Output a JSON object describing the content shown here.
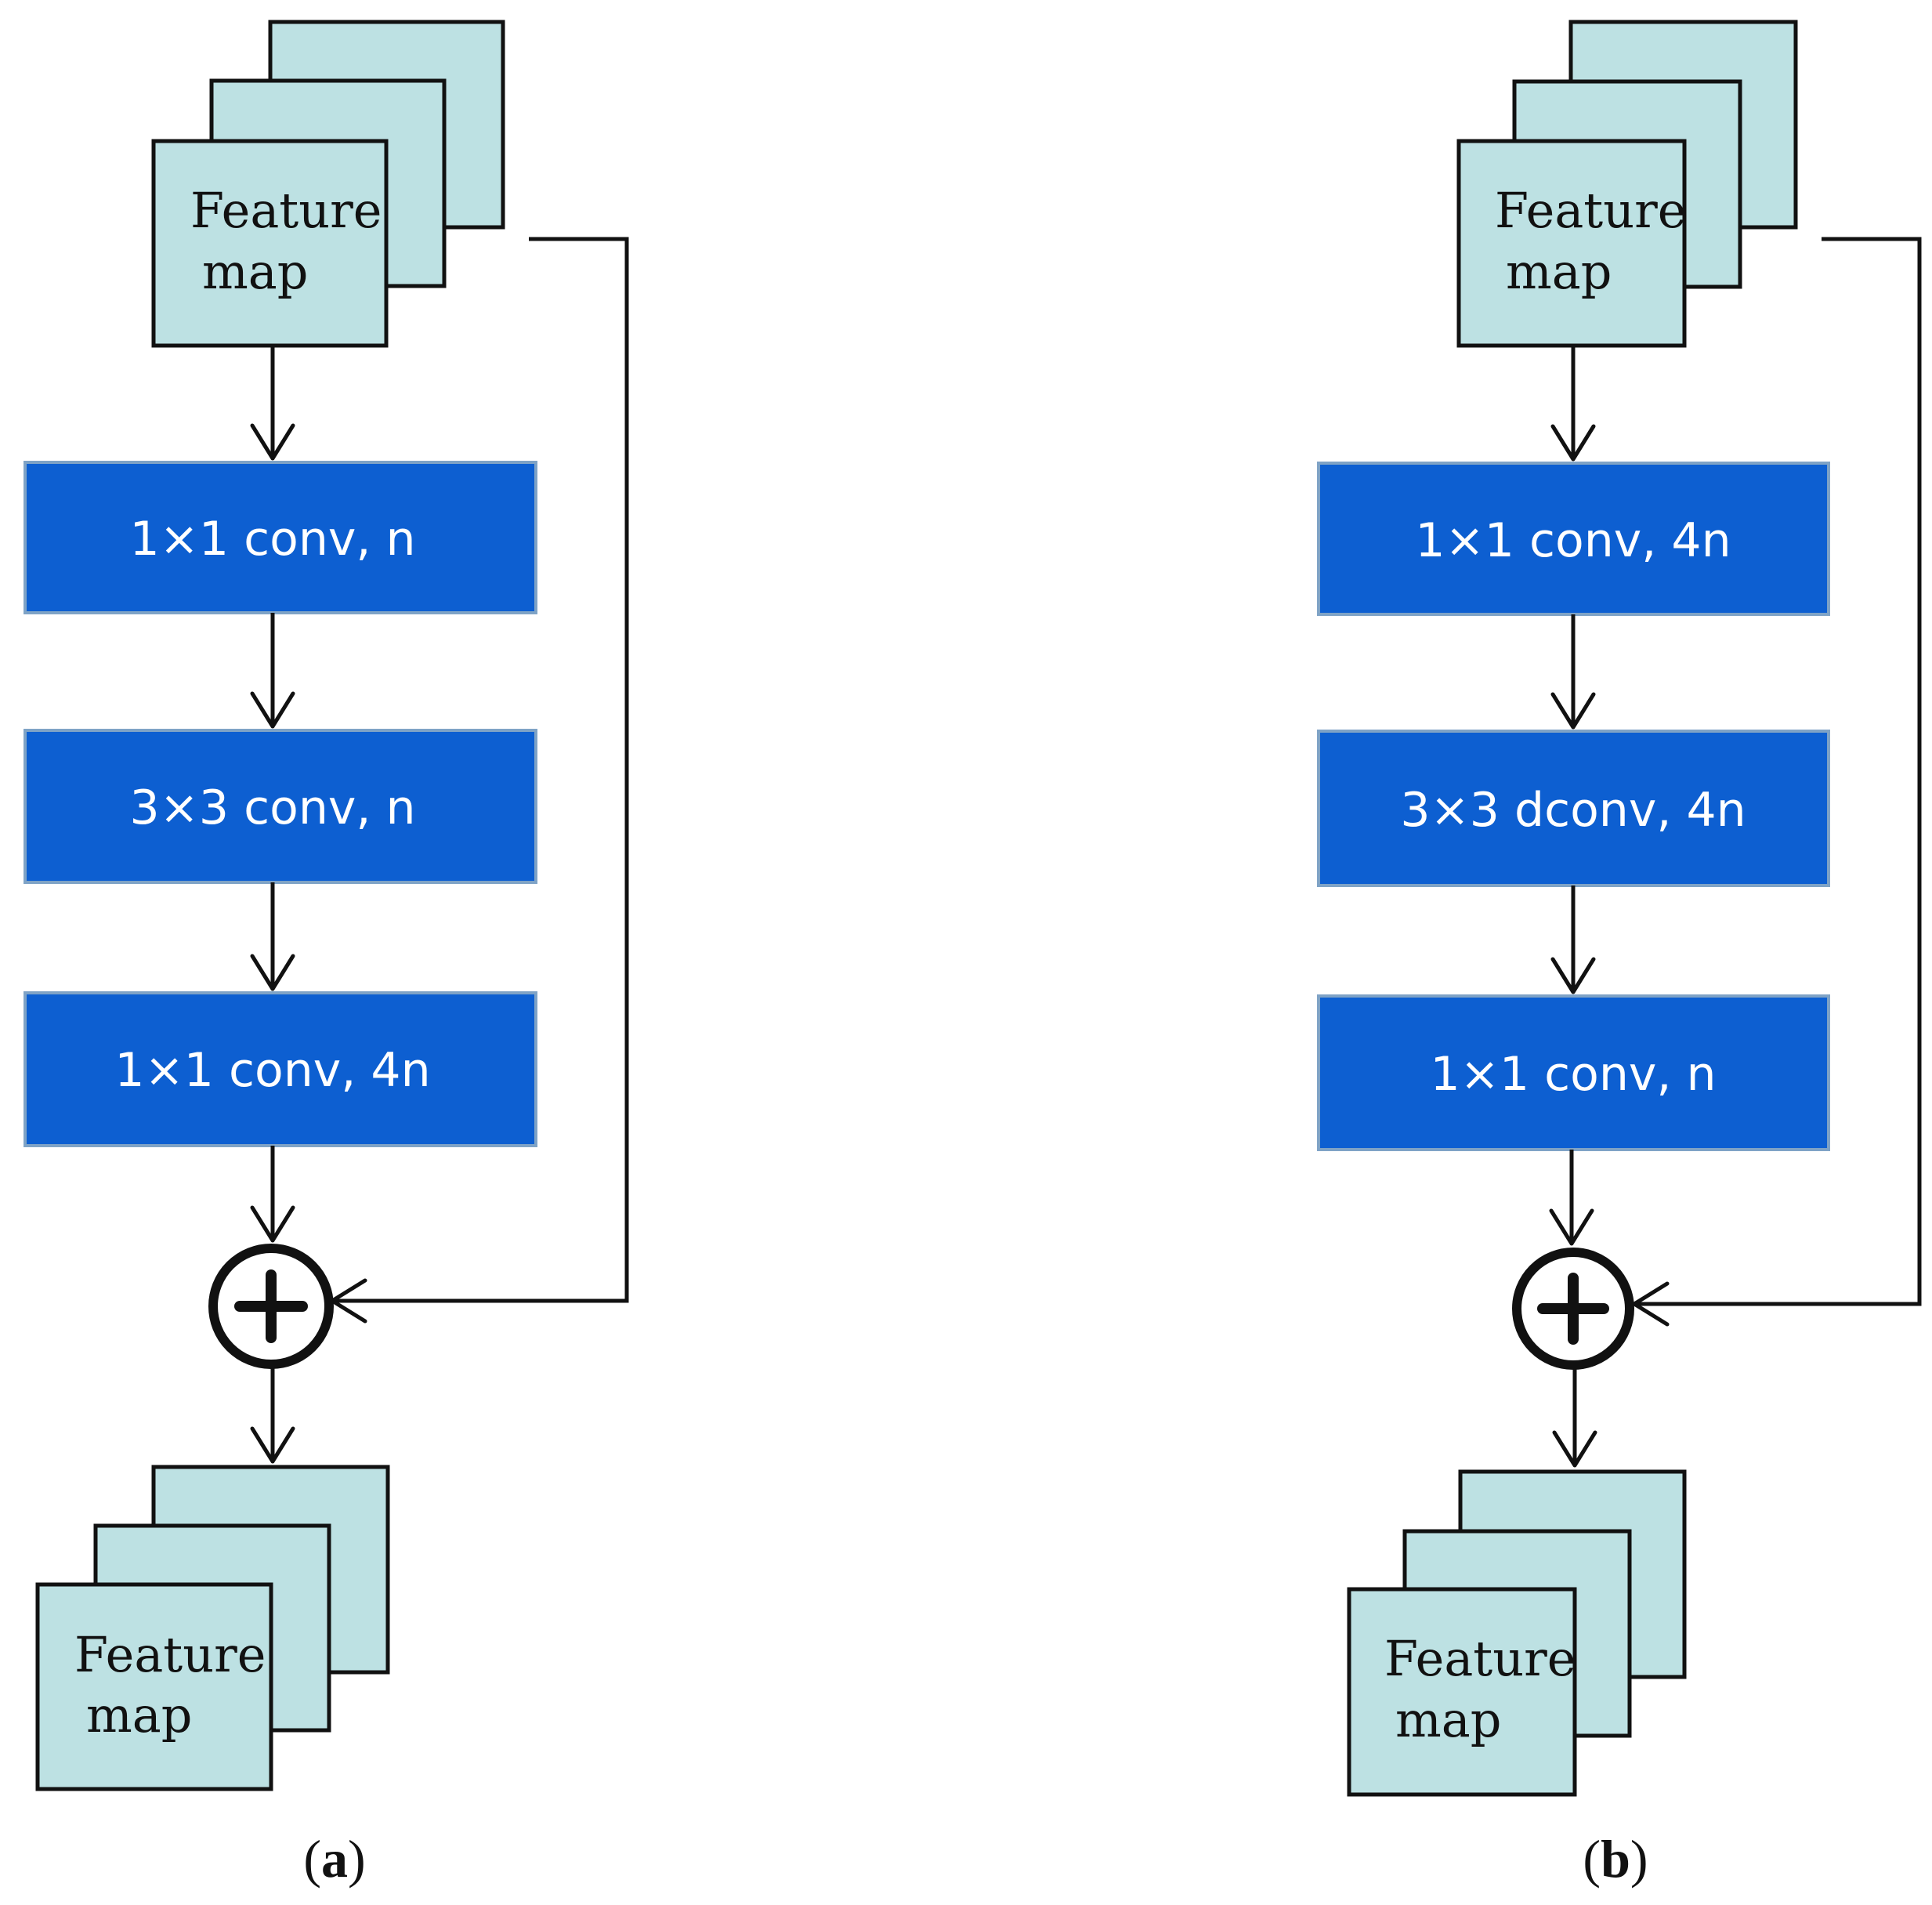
{
  "panels": [
    {
      "id": "a",
      "caption_open": "(",
      "caption_letter": "a",
      "caption_close": ")",
      "input_label_line1": "Feature",
      "input_label_line2": "map",
      "layers": [
        "1×1 conv, n",
        "3×3 conv, n",
        "1×1 conv, 4n"
      ],
      "output_label_line1": "Feature",
      "output_label_line2": "map"
    },
    {
      "id": "b",
      "caption_open": "(",
      "caption_letter": "b",
      "caption_close": ")",
      "input_label_line1": "Feature",
      "input_label_line2": "map",
      "layers": [
        "1×1 conv, 4n",
        "3×3 dconv, 4n",
        "1×1 conv, n"
      ],
      "output_label_line1": "Feature",
      "output_label_line2": "map"
    }
  ],
  "colors": {
    "feature_map_fill": "#bde1e3",
    "conv_fill": "#0d5fd1",
    "conv_text": "#ffffff",
    "line": "#111111"
  }
}
